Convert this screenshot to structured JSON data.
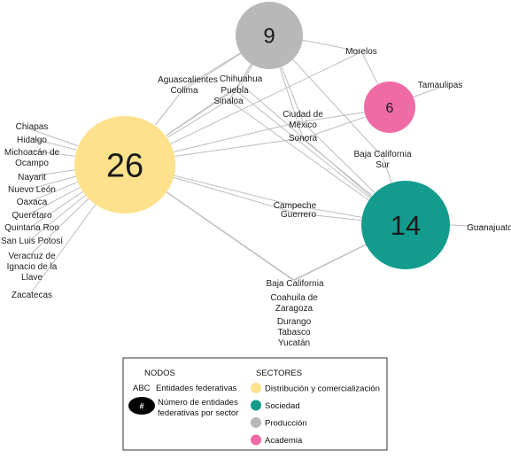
{
  "hubs": [
    {
      "id": "distribucion",
      "value": "26",
      "color": "#FDE18C"
    },
    {
      "id": "sociedad",
      "value": "14",
      "color": "#139C8E"
    },
    {
      "id": "produccion",
      "value": "9",
      "color": "#B8B8B8"
    },
    {
      "id": "academia",
      "value": "6",
      "color": "#EE6BA6"
    }
  ],
  "states": [
    {
      "id": "aguascalientes",
      "lines": [
        "Aguascalientes"
      ],
      "hubs": [
        "distribucion",
        "produccion"
      ]
    },
    {
      "id": "colima",
      "lines": [
        "Colima"
      ],
      "hubs": [
        "distribucion",
        "produccion"
      ]
    },
    {
      "id": "chihuahua",
      "lines": [
        "Chihuahua"
      ],
      "hubs": [
        "distribucion",
        "produccion",
        "sociedad"
      ]
    },
    {
      "id": "puebla",
      "lines": [
        "Puebla"
      ],
      "hubs": [
        "distribucion",
        "produccion",
        "sociedad"
      ]
    },
    {
      "id": "sinaloa",
      "lines": [
        "Sinaloa"
      ],
      "hubs": [
        "distribucion",
        "produccion",
        "sociedad"
      ]
    },
    {
      "id": "morelos",
      "lines": [
        "Morelos"
      ],
      "hubs": [
        "produccion",
        "academia",
        "distribucion"
      ]
    },
    {
      "id": "tamaulipas",
      "lines": [
        "Tamaulipas"
      ],
      "hubs": [
        "academia"
      ]
    },
    {
      "id": "cdmx",
      "lines": [
        "Ciudad de",
        "México"
      ],
      "hubs": [
        "distribucion",
        "produccion",
        "academia",
        "sociedad"
      ]
    },
    {
      "id": "sonora",
      "lines": [
        "Sonora"
      ],
      "hubs": [
        "distribucion",
        "produccion",
        "academia",
        "sociedad"
      ]
    },
    {
      "id": "bcs",
      "lines": [
        "Baja California",
        "Sur"
      ],
      "hubs": [
        "produccion",
        "sociedad"
      ]
    },
    {
      "id": "campeche",
      "lines": [
        "Campeche"
      ],
      "hubs": [
        "distribucion",
        "sociedad"
      ]
    },
    {
      "id": "guerrero",
      "lines": [
        "Guerrero"
      ],
      "hubs": [
        "distribucion",
        "sociedad"
      ]
    },
    {
      "id": "guanajuato",
      "lines": [
        "Guanajuato"
      ],
      "hubs": [
        "sociedad"
      ]
    },
    {
      "id": "chiapas",
      "lines": [
        "Chiapas"
      ],
      "hubs": [
        "distribucion"
      ]
    },
    {
      "id": "hidalgo",
      "lines": [
        "Hidalgo"
      ],
      "hubs": [
        "distribucion"
      ]
    },
    {
      "id": "michoacan",
      "lines": [
        "Michoacán de",
        "Ocampo"
      ],
      "hubs": [
        "distribucion"
      ]
    },
    {
      "id": "nayarit",
      "lines": [
        "Nayarit"
      ],
      "hubs": [
        "distribucion"
      ]
    },
    {
      "id": "nuevoleon",
      "lines": [
        "Nuevo León"
      ],
      "hubs": [
        "distribucion"
      ]
    },
    {
      "id": "oaxaca",
      "lines": [
        "Oaxaca"
      ],
      "hubs": [
        "distribucion"
      ]
    },
    {
      "id": "queretaro",
      "lines": [
        "Querétaro"
      ],
      "hubs": [
        "distribucion"
      ]
    },
    {
      "id": "quintanaroo",
      "lines": [
        "Quintana Roo"
      ],
      "hubs": [
        "distribucion"
      ]
    },
    {
      "id": "slp",
      "lines": [
        "San Luis Potosí"
      ],
      "hubs": [
        "distribucion"
      ]
    },
    {
      "id": "veracruz",
      "lines": [
        "Veracruz de",
        "Ignacio de la",
        "Llave"
      ],
      "hubs": [
        "distribucion"
      ]
    },
    {
      "id": "zacatecas",
      "lines": [
        "Zacatecas"
      ],
      "hubs": [
        "distribucion"
      ]
    },
    {
      "id": "bc",
      "lines": [
        "Baja California"
      ],
      "hubs": [
        "distribucion",
        "sociedad"
      ]
    },
    {
      "id": "coahuila",
      "lines": [
        "Coahuila de",
        "Zaragoza"
      ],
      "hubs": [
        "distribucion",
        "sociedad"
      ]
    },
    {
      "id": "durango",
      "lines": [
        "Durango"
      ],
      "hubs": [
        "distribucion",
        "sociedad"
      ]
    },
    {
      "id": "tabasco",
      "lines": [
        "Tabasco"
      ],
      "hubs": [
        "distribucion",
        "sociedad"
      ]
    },
    {
      "id": "yucatan",
      "lines": [
        "Yucatán"
      ],
      "hubs": [
        "distribucion",
        "sociedad"
      ]
    }
  ],
  "legend": {
    "nodos_title": "NODOS",
    "sectores_title": "SECTORES",
    "abc_symbol": "ABC",
    "abc_label": "Entidades federativas",
    "hash_symbol": "#",
    "hash_label_lines": [
      "Número de entidades",
      "federativas por sector"
    ],
    "hash_color": "#000000",
    "sectors": [
      {
        "id": "distribucion",
        "label": "Distribución y comercialización",
        "color": "#FDE18C"
      },
      {
        "id": "sociedad",
        "label": "Sociedad",
        "color": "#139C8E"
      },
      {
        "id": "produccion",
        "label": "Producción",
        "color": "#B8B8B8"
      },
      {
        "id": "academia",
        "label": "Academia",
        "color": "#EE6BA6"
      }
    ]
  }
}
